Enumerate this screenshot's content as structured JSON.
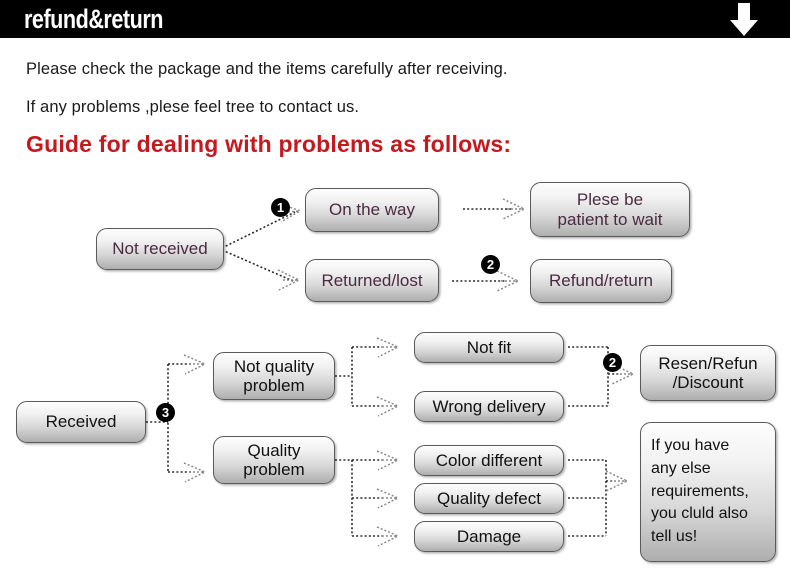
{
  "header": {
    "title": "refund&return",
    "arrow_icon": "down-arrow-icon"
  },
  "intro": {
    "line1": "Please check the package and the items carefully after receiving.",
    "line2": "If any problems ,plese feel tree to contact us.",
    "heading": "Guide for dealing with problems as follows:"
  },
  "colors": {
    "header_bg": "#000000",
    "heading_red": "#c4191e",
    "purple_text": "#4c2a41",
    "box_border": "#5a5a5a"
  },
  "flow_top": {
    "start": "Not received",
    "branch1": "On the way",
    "branch2": "Returned/lost",
    "result1_line1": "Plese be",
    "result1_line2": "patient to wait",
    "result2": "Refund/return",
    "marker1": "1",
    "marker2": "2"
  },
  "flow_bottom": {
    "start": "Received",
    "marker3": "3",
    "marker2": "2",
    "category1_line1": "Not quality",
    "category1_line2": "problem",
    "category2_line1": "Quality",
    "category2_line2": "problem",
    "issues": [
      "Not fit",
      "Wrong delivery",
      "Color different",
      "Quality defect",
      "Damage"
    ],
    "outcome1_line1": "Resen/Refun",
    "outcome1_line2": "/Discount",
    "outcome2_line1": "If you have",
    "outcome2_line2": "any else",
    "outcome2_line3": "requirements,",
    "outcome2_line4": "you cluld also",
    "outcome2_line5": "tell us!"
  }
}
